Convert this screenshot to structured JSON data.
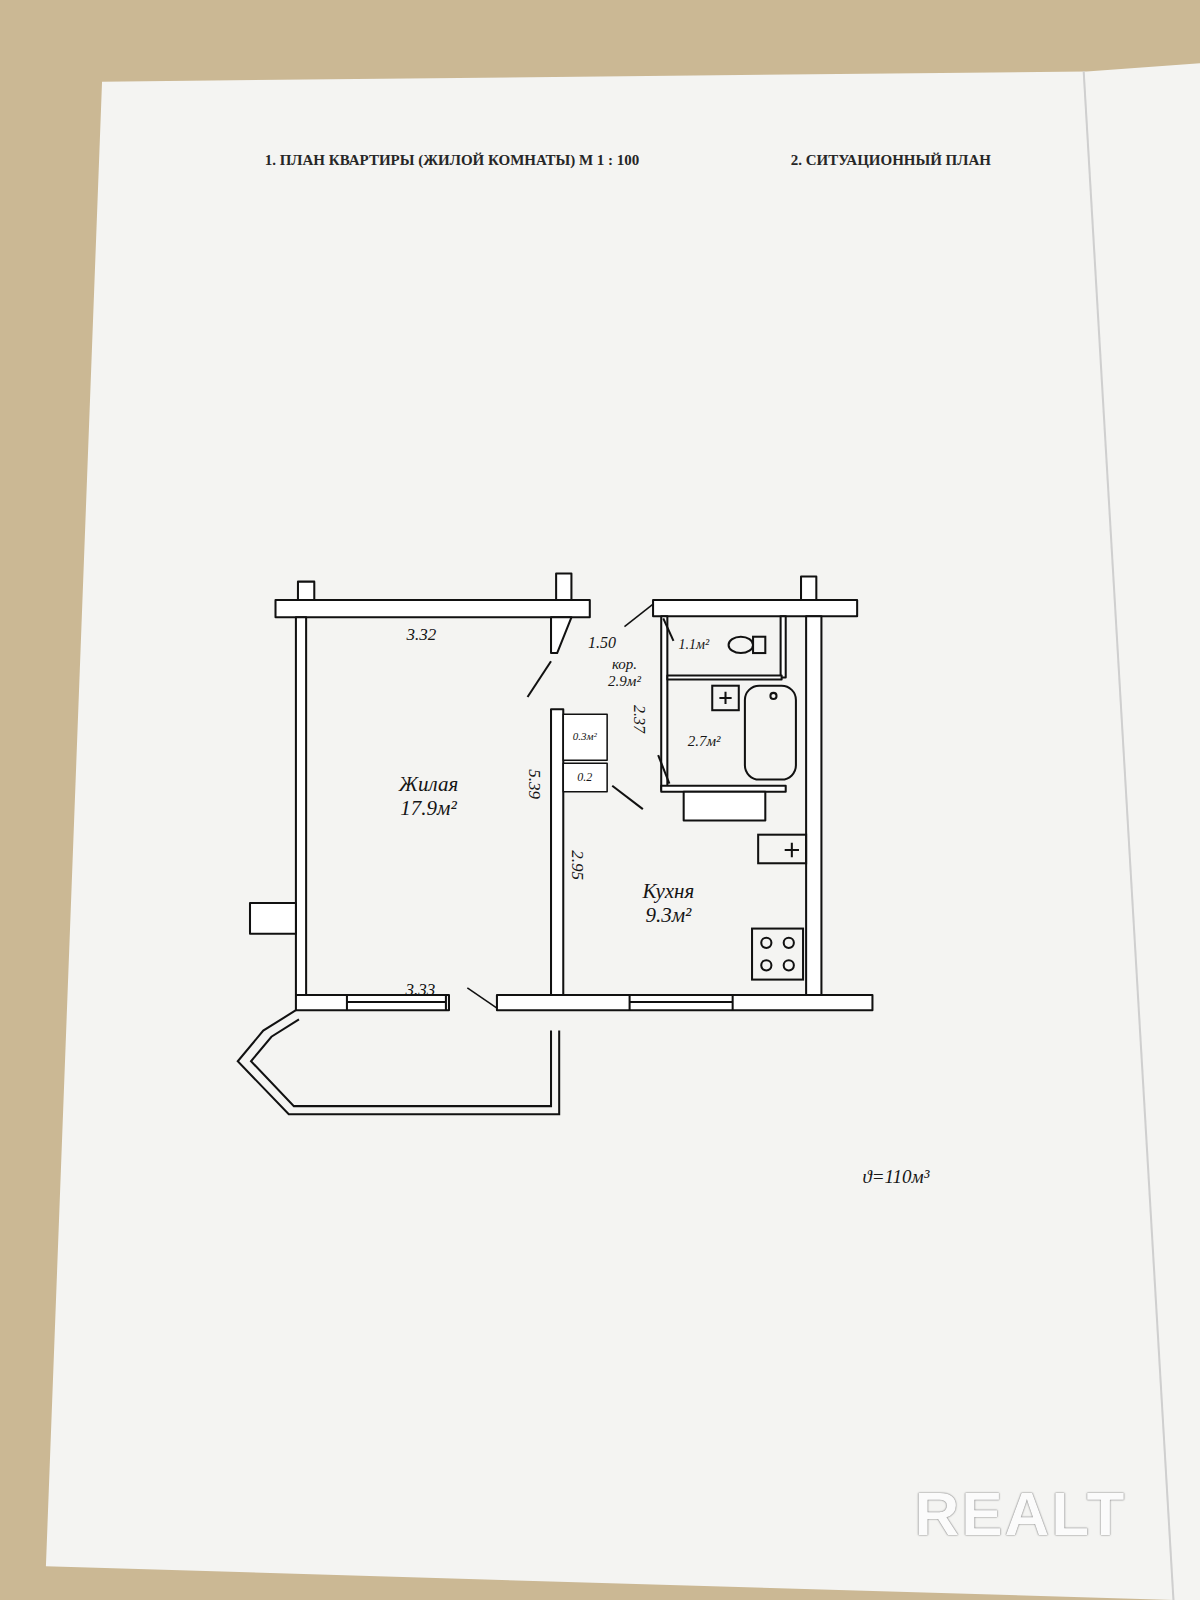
{
  "diagram": {
    "nodes": [
      {
        "text": [
          "Жилая",
          "17.9м²"
        ]
      },
      {
        "text": [
          "кор.",
          "2.9м²"
        ]
      },
      {
        "text": [
          "1.1м²"
        ]
      },
      {
        "text": [
          "0.3м²"
        ]
      },
      {
        "text": [
          "0.2"
        ]
      },
      {
        "text": [
          "2.7м²"
        ]
      },
      {
        "text": [
          "Кухня",
          "9.3м²"
        ]
      }
    ],
    "labels": [
      "1. ПЛАН КВАРТИРЫ (ЖИЛОЙ КОМНАТЫ) М 1 : 100",
      "2. СИТУАЦИОННЫЙ ПЛАН",
      "3.32",
      "1.50",
      "2.37",
      "5.39",
      "2.95",
      "3.33",
      "ϑ=110м³",
      "REALT"
    ]
  }
}
